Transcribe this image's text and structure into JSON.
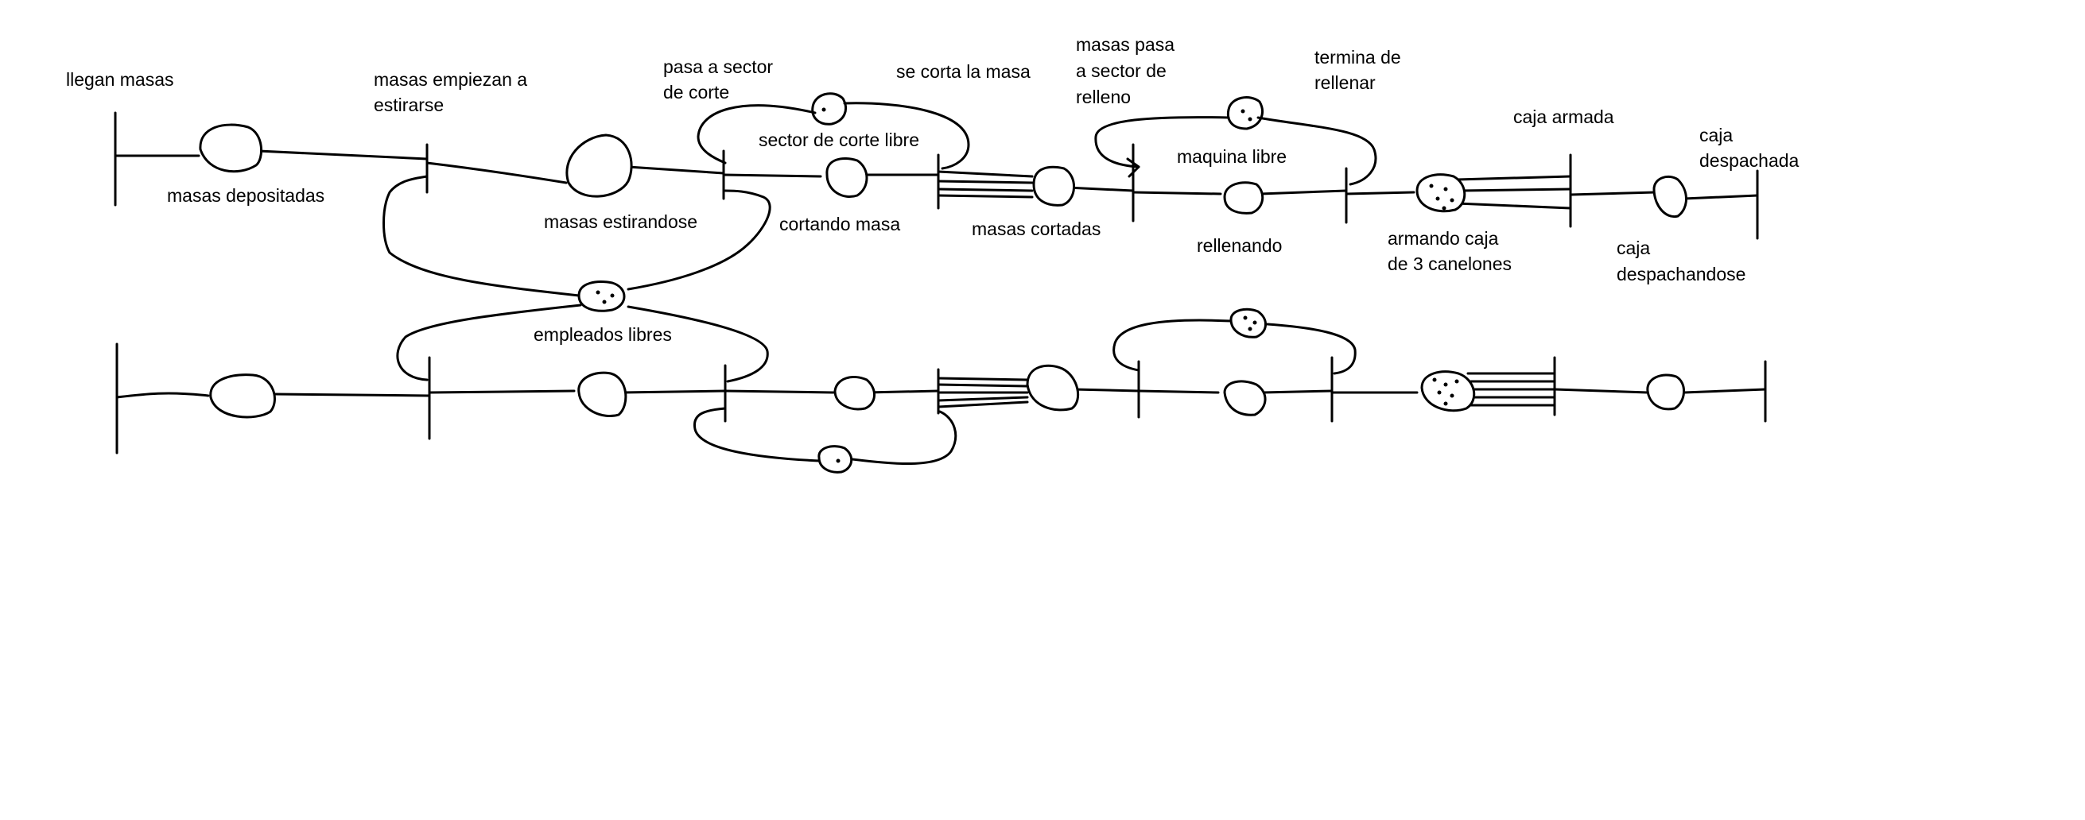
{
  "labels": {
    "llegan_masas": "llegan masas",
    "masas_empiezan_1": "masas empiezan a",
    "masas_empiezan_2": "estirarse",
    "pasa_sector_1": "pasa a sector",
    "pasa_sector_2": "de corte",
    "se_corta": "se corta la masa",
    "masas_pasa_1": "masas pasa",
    "masas_pasa_2": "a sector de",
    "masas_pasa_3": "relleno",
    "termina_1": "termina de",
    "termina_2": "rellenar",
    "caja_armada": "caja armada",
    "caja_despachada_1": "caja",
    "caja_despachada_2": "despachada",
    "masas_depositadas": "masas depositadas",
    "masas_estirandose": "masas estirandose",
    "sector_corte_libre": "sector de corte libre",
    "cortando_masa": "cortando masa",
    "masas_cortadas": "masas cortadas",
    "maquina_libre": "maquina libre",
    "rellenando": "rellenando",
    "armando_caja_1": "armando caja",
    "armando_caja_2": "de 3 canelones",
    "caja_despachandose_1": "caja",
    "caja_despachandose_2": "despachandose",
    "empleados_libres": "empleados libres"
  },
  "stroke_color": "#000000",
  "background_color": "#ffffff"
}
